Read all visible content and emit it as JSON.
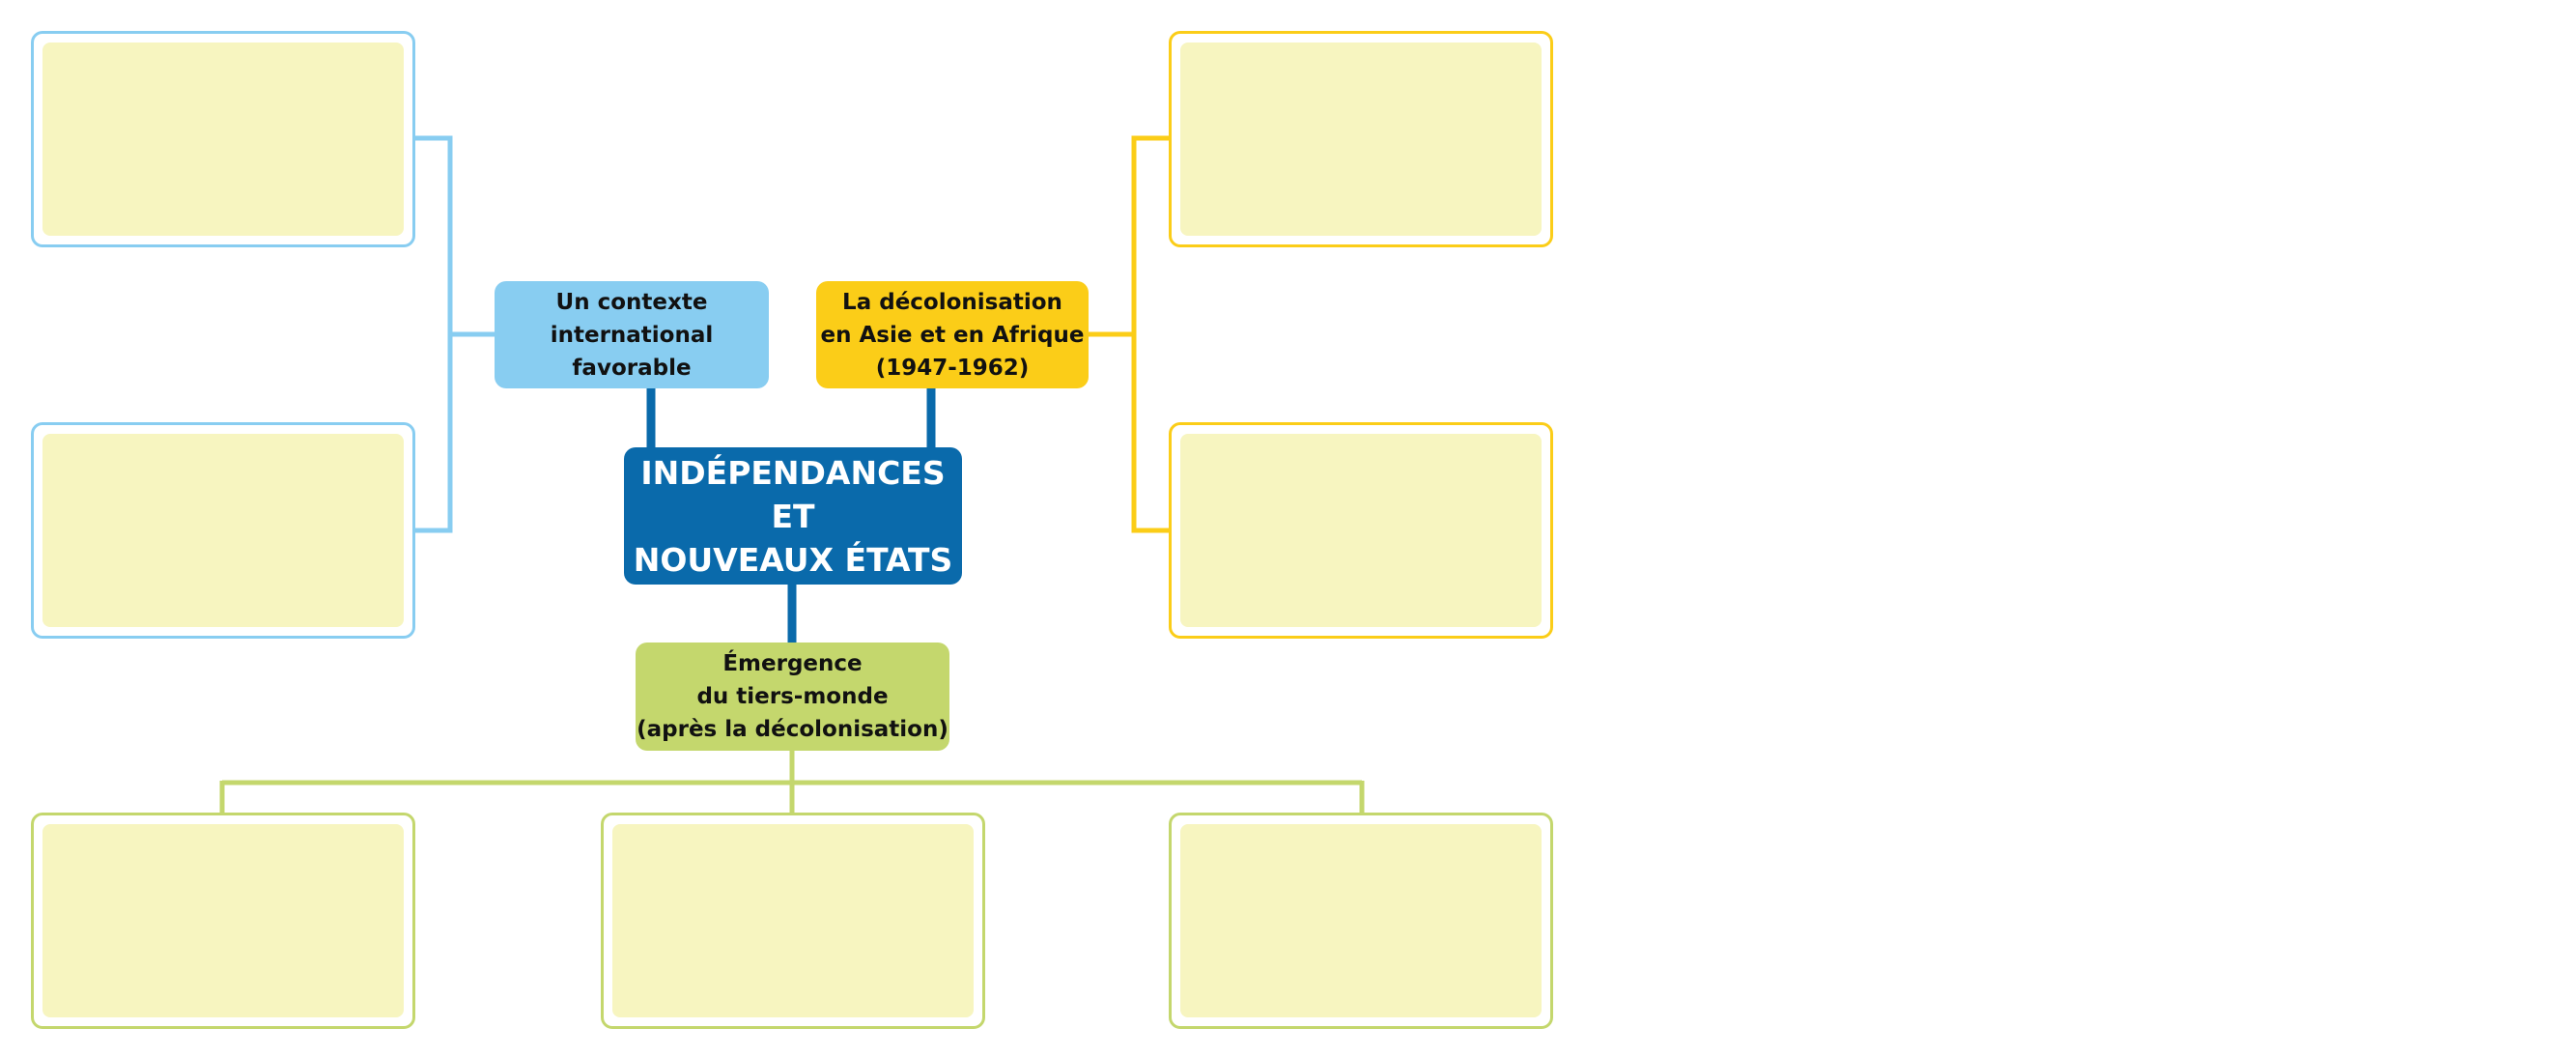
{
  "colors": {
    "background": "#ffffff",
    "blue_light": "#88cdf1",
    "blue_dark": "#0a6aab",
    "yellow": "#fbcd18",
    "green": "#c4d76d",
    "blank_fill": "#f7f5c0",
    "text_dark": "#111111",
    "text_light": "#ffffff"
  },
  "center_node": {
    "lines": [
      "INDÉPENDANCES",
      "ET",
      "NOUVEAUX ÉTATS"
    ]
  },
  "branches": {
    "context": {
      "lines": [
        "Un contexte",
        "international",
        "favorable"
      ]
    },
    "decolonisation": {
      "lines": [
        "La décolonisation",
        "en Asie et en Afrique",
        "(1947-1962)"
      ]
    },
    "third_world": {
      "lines": [
        "Émergence",
        "du tiers-monde",
        "(après la décolonisation)"
      ]
    }
  },
  "blank_boxes": {
    "context": 2,
    "decolonisation": 2,
    "third_world": 3
  }
}
